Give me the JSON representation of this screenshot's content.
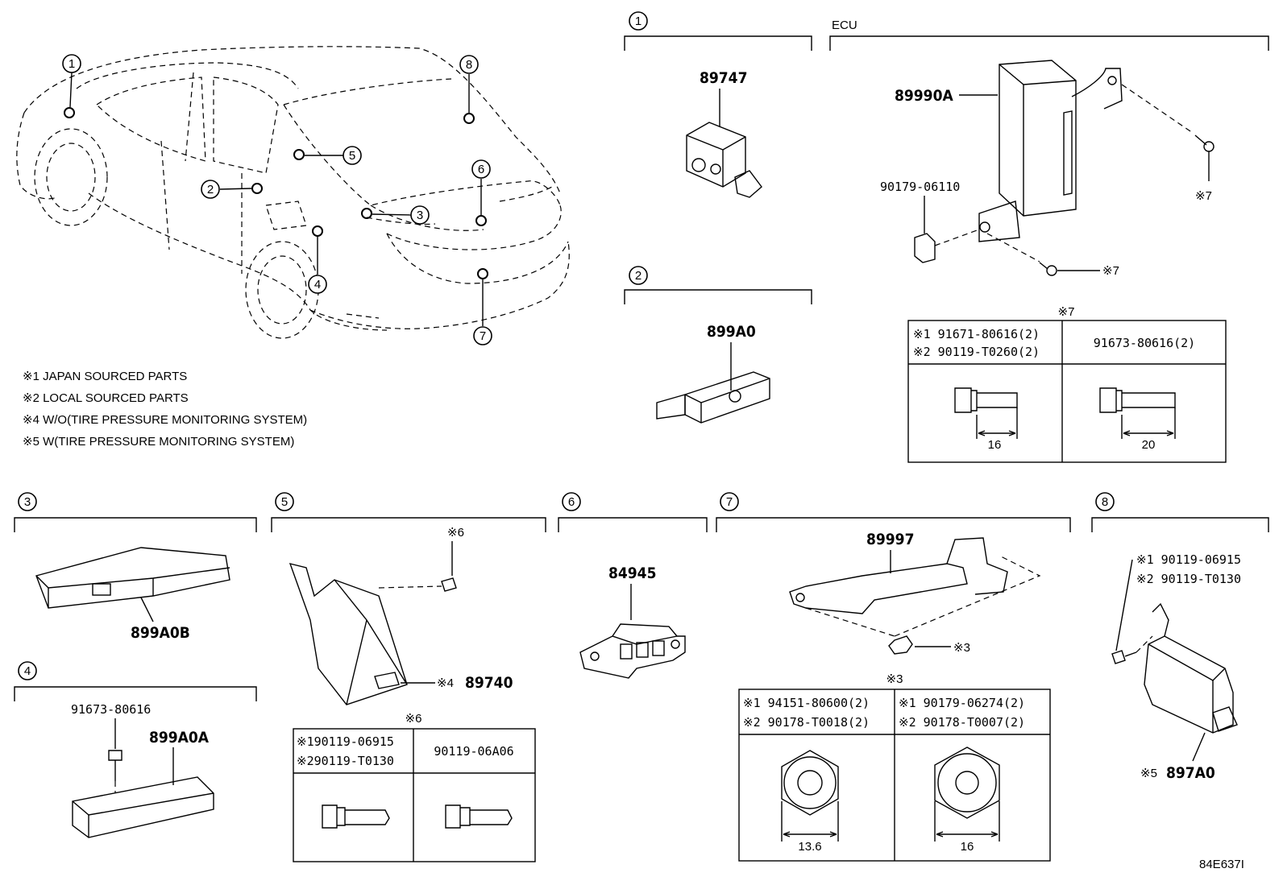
{
  "diagram": {
    "ref_code": "84E637I",
    "notes": [
      "※1 JAPAN SOURCED PARTS",
      "※2 LOCAL SOURCED PARTS",
      "※4 W/O(TIRE PRESSURE MONITORING SYSTEM)",
      "※5 W(TIRE PRESSURE MONITORING SYSTEM)"
    ],
    "car_callouts": [
      "1",
      "2",
      "3",
      "4",
      "5",
      "6",
      "7",
      "8"
    ],
    "section_numbers": [
      "1",
      "2",
      "3",
      "4",
      "5",
      "6",
      "7",
      "8"
    ],
    "ecu_title": "ECU",
    "parts": {
      "p1": "89747",
      "p2": "899A0",
      "p3": "899A0B",
      "p4_bolt": "91673-80616",
      "p4": "899A0A",
      "p5_mark": "※4",
      "p5": "89740",
      "p5_bolt_mark": "※6",
      "p6": "84945",
      "p7": "89997",
      "p7_nut_mark": "※3",
      "p8_a": "※1 90119-06915",
      "p8_b": "※2 90119-T0130",
      "p8_mark": "※5",
      "p8": "897A0",
      "ecu": "89990A",
      "ecu_nut": "90179-06110",
      "ecu_bolt_mark_a": "※7",
      "ecu_bolt_mark_b": "※7"
    },
    "table7": {
      "title": "※7",
      "col1_a": "※1 91671-80616(2)",
      "col1_b": "※2 90119-T0260(2)",
      "col2": "91673-80616(2)",
      "dim1": "16",
      "dim2": "20"
    },
    "table6": {
      "title": "※6",
      "col1_a": "※190119-06915",
      "col1_b": "※290119-T0130",
      "col2": "90119-06A06"
    },
    "table3": {
      "title": "※3",
      "col1_a": "※1 94151-80600(2)",
      "col1_b": "※2 90178-T0018(2)",
      "col2_a": "※1 90179-06274(2)",
      "col2_b": "※2 90178-T0007(2)",
      "dim1": "13.6",
      "dim2": "16"
    }
  }
}
